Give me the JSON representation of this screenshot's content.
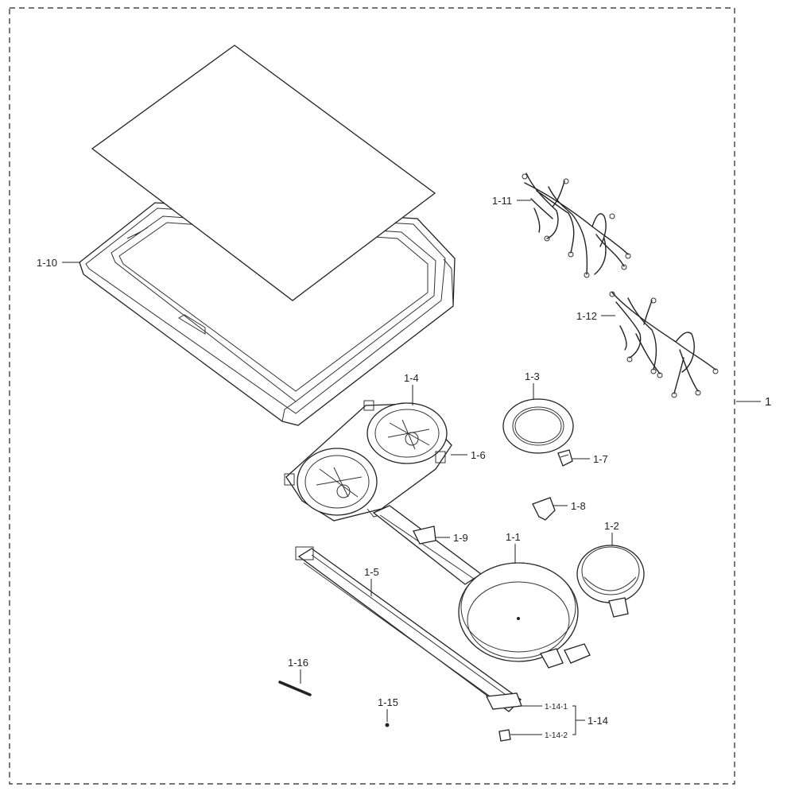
{
  "labels": {
    "assembly": "1",
    "p1_1": "1-1",
    "p1_2": "1-2",
    "p1_3": "1-3",
    "p1_4": "1-4",
    "p1_5": "1-5",
    "p1_6": "1-6",
    "p1_7": "1-7",
    "p1_8": "1-8",
    "p1_9": "1-9",
    "p1_10": "1-10",
    "p1_11": "1-11",
    "p1_12": "1-12",
    "p1_14": "1-14",
    "p1_14_1": "1-14-1",
    "p1_14_2": "1-14-2",
    "p1_15": "1-15",
    "p1_16": "1-16"
  },
  "colors": {
    "line": "#222222",
    "background": "#ffffff"
  }
}
